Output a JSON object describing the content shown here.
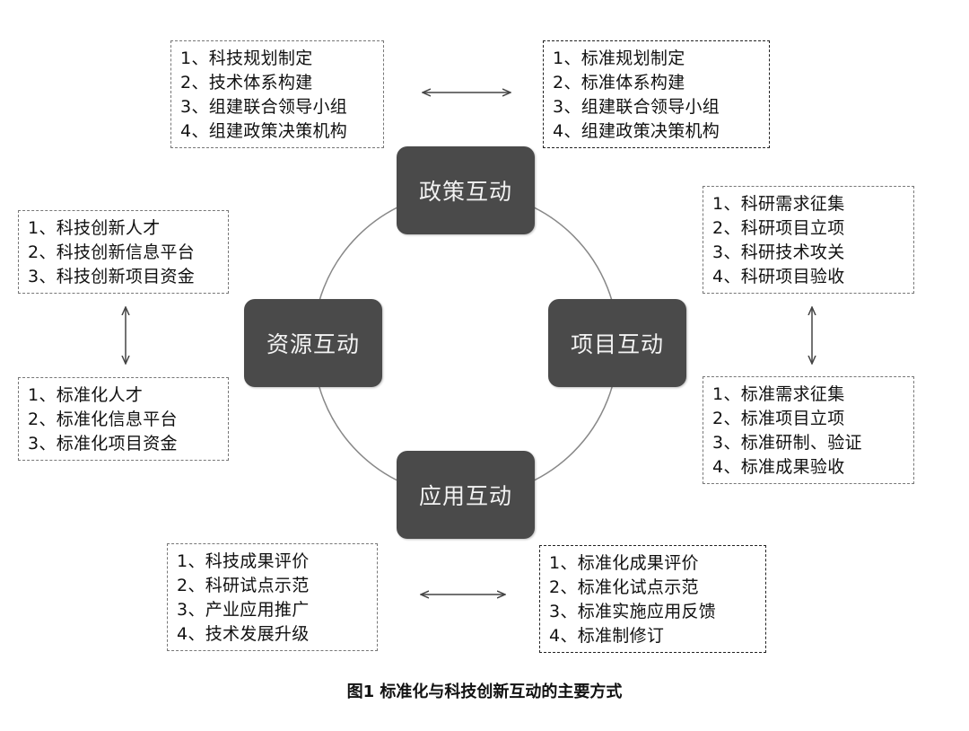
{
  "nodes": {
    "policy": "政策互动",
    "project": "项目互动",
    "application": "应用互动",
    "resource": "资源互动"
  },
  "boxes": {
    "policy_tech": [
      "1、科技规划制定",
      "2、技术体系构建",
      "3、组建联合领导小组",
      "4、组建政策决策机构"
    ],
    "policy_std": [
      "1、标准规划制定",
      "2、标准体系构建",
      "3、组建联合领导小组",
      "4、组建政策决策机构"
    ],
    "project_tech": [
      "1、科研需求征集",
      "2、科研项目立项",
      "3、科研技术攻关",
      "4、科研项目验收"
    ],
    "project_std": [
      "1、标准需求征集",
      "2、标准项目立项",
      "3、标准研制、验证",
      "4、标准成果验收"
    ],
    "resource_tech": [
      "1、科技创新人才",
      "2、科技创新信息平台",
      "3、科技创新项目资金"
    ],
    "resource_std": [
      "1、标准化人才",
      "2、标准化信息平台",
      "3、标准化项目资金"
    ],
    "application_tech": [
      "1、科技成果评价",
      "2、科研试点示范",
      "3、产业应用推广",
      "4、技术发展升级"
    ],
    "application_std": [
      "1、标准化成果评价",
      "2、标准化试点示范",
      "3、标准实施应用反馈",
      "4、标准制修订"
    ]
  },
  "caption": "图1 标准化与科技创新互动的主要方式"
}
